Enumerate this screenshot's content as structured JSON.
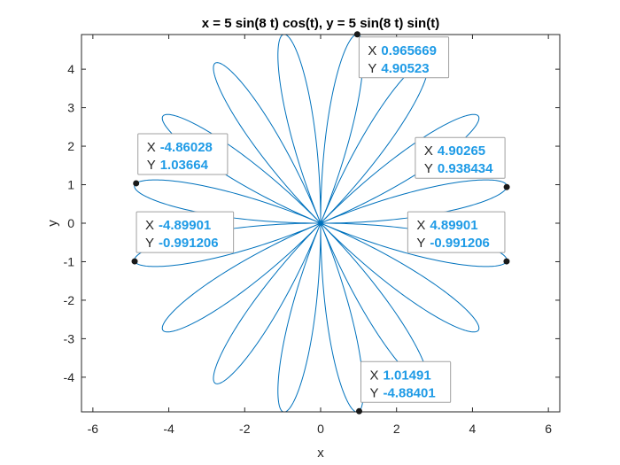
{
  "chart_data": {
    "type": "line",
    "title": "x = 5 sin(8 t) cos(t), y = 5 sin(8 t) sin(t)",
    "xlabel": "x",
    "ylabel": "y",
    "xlim": [
      -6.3,
      6.3
    ],
    "ylim": [
      -4.9,
      4.9
    ],
    "xticks": [
      -6,
      -4,
      -2,
      0,
      2,
      4,
      6
    ],
    "yticks": [
      -4,
      -3,
      -2,
      -1,
      0,
      1,
      2,
      3,
      4
    ],
    "grid": false,
    "curve": {
      "x_expr": "5 sin(8 t) cos(t)",
      "y_expr": "5 sin(8 t) sin(t)",
      "amplitude": 5,
      "frequency": 8,
      "t_range": [
        0,
        6.283185307
      ],
      "color": "#0072BD"
    },
    "datatips": [
      {
        "x": "0.965669",
        "y": "4.90523",
        "x_val": 0.965669,
        "y_val": 4.90523,
        "placement": "below-right"
      },
      {
        "x": "-4.86028",
        "y": "1.03664",
        "x_val": -4.86028,
        "y_val": 1.03664,
        "placement": "above-right"
      },
      {
        "x": "4.90265",
        "y": "0.938434",
        "x_val": 4.90265,
        "y_val": 0.938434,
        "placement": "above-left"
      },
      {
        "x": "-4.89901",
        "y": "-0.991206",
        "x_val": -4.89901,
        "y_val": -0.991206,
        "placement": "above-right"
      },
      {
        "x": "4.89901",
        "y": "-0.991206",
        "x_val": 4.89901,
        "y_val": -0.991206,
        "placement": "above-left"
      },
      {
        "x": "1.01491",
        "y": "-4.88401",
        "x_val": 1.01491,
        "y_val": -4.88401,
        "placement": "above-right"
      }
    ],
    "datatip_key_x": "X",
    "datatip_key_y": "Y",
    "datatip_value_color": "#1f9be6"
  }
}
